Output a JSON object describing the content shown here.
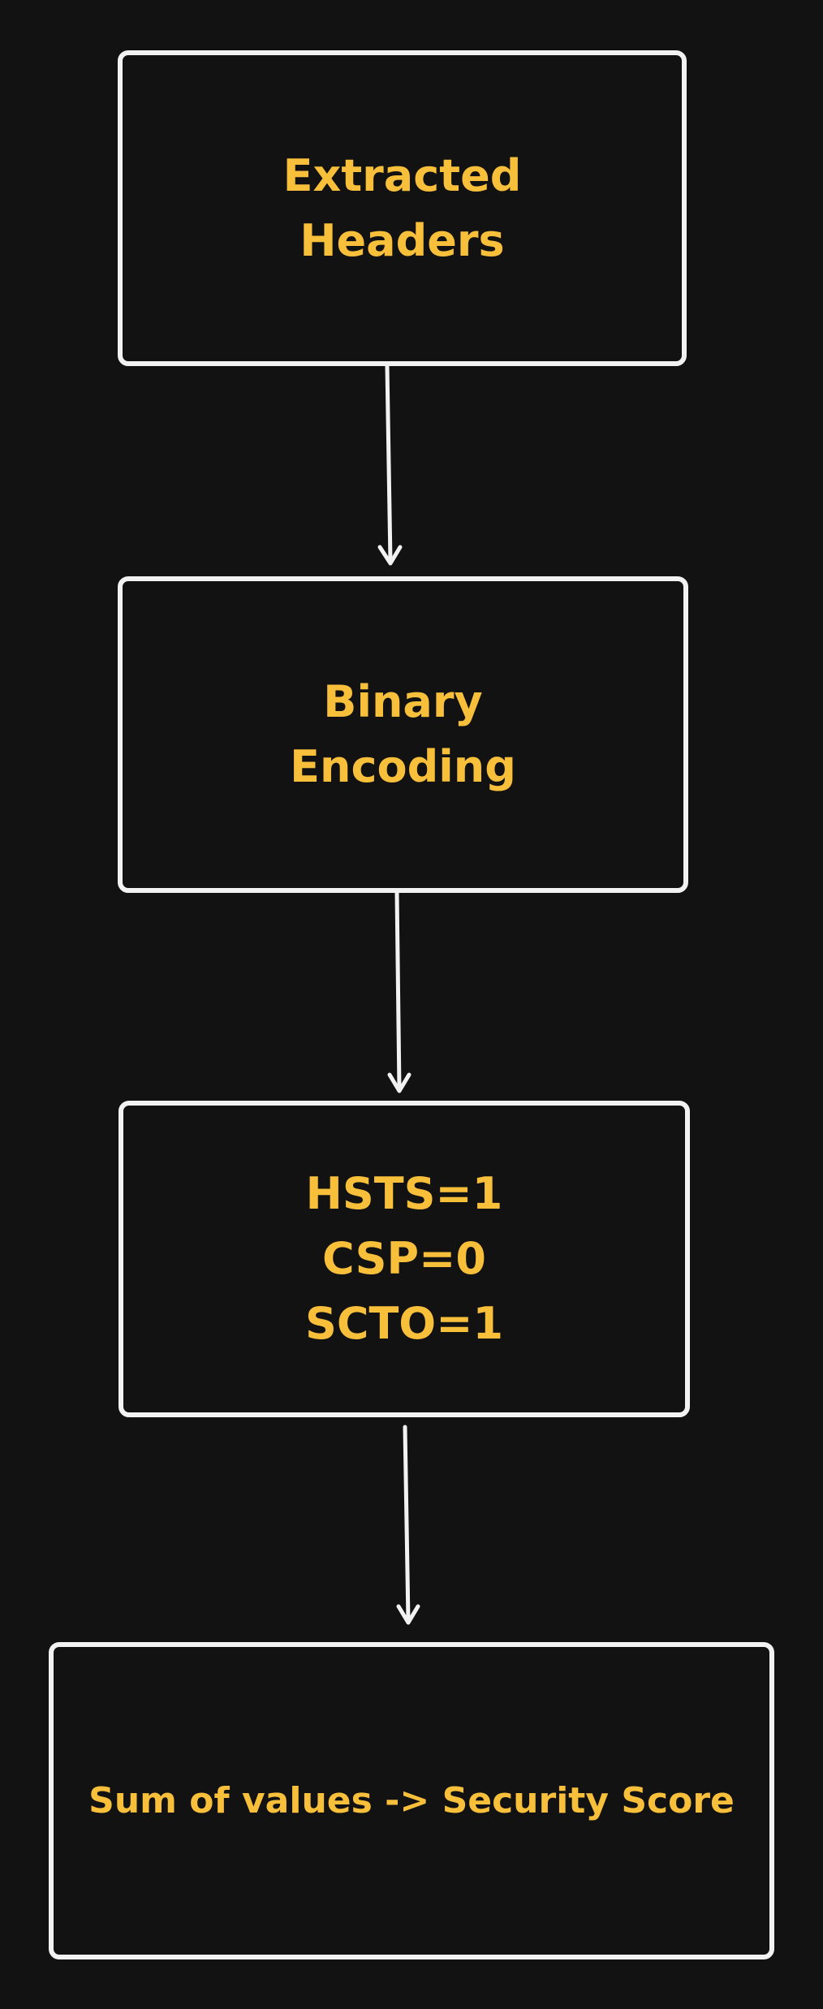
{
  "colors": {
    "background": "#121212",
    "stroke": "#f2f2f2",
    "text": "#f8bf3b"
  },
  "nodes": [
    {
      "lines": [
        "Extracted",
        "Headers"
      ]
    },
    {
      "lines": [
        "Binary",
        "Encoding"
      ]
    },
    {
      "lines": [
        "HSTS=1",
        "CSP=0",
        "SCTO=1"
      ]
    },
    {
      "lines": [
        "Sum of values -> Security Score"
      ]
    }
  ]
}
